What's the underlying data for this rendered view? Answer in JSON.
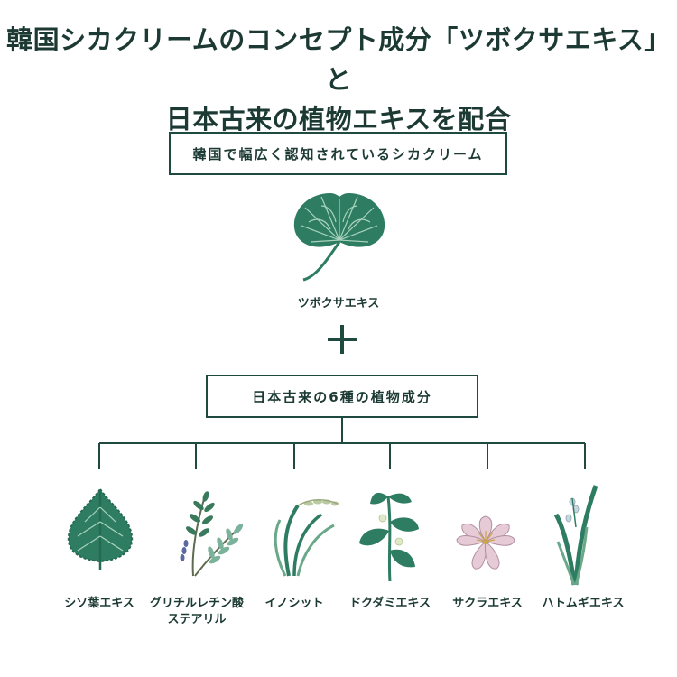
{
  "headline": {
    "line1": "韓国シカクリームのコンセプト成分「ツボクサエキス」と",
    "line2": "日本古来の植物エキスを配合"
  },
  "top_box": {
    "label": "韓国で幅広く認知されているシカクリーム"
  },
  "main_ingredient": {
    "label": "ツボクサエキス",
    "icon": "centella-leaf-icon"
  },
  "mid_box": {
    "label": "日本古来の6種の植物成分"
  },
  "plants": [
    {
      "line1": "シソ葉エキス",
      "line2": "",
      "icon": "shiso-leaf-icon"
    },
    {
      "line1": "グリチルレチン酸",
      "line2": "ステアリル",
      "icon": "licorice-icon"
    },
    {
      "line1": "イノシット",
      "line2": "",
      "icon": "rice-icon"
    },
    {
      "line1": "ドクダミエキス",
      "line2": "",
      "icon": "dokudami-icon"
    },
    {
      "line1": "サクラエキス",
      "line2": "",
      "icon": "sakura-icon"
    },
    {
      "line1": "ハトムギエキス",
      "line2": "",
      "icon": "hatomugi-icon"
    }
  ],
  "colors": {
    "dark_green": "#1f4a40",
    "leaf_green": "#2e7d62",
    "light_green": "#6aa88a",
    "sakura_pink": "#e6cbd6"
  }
}
